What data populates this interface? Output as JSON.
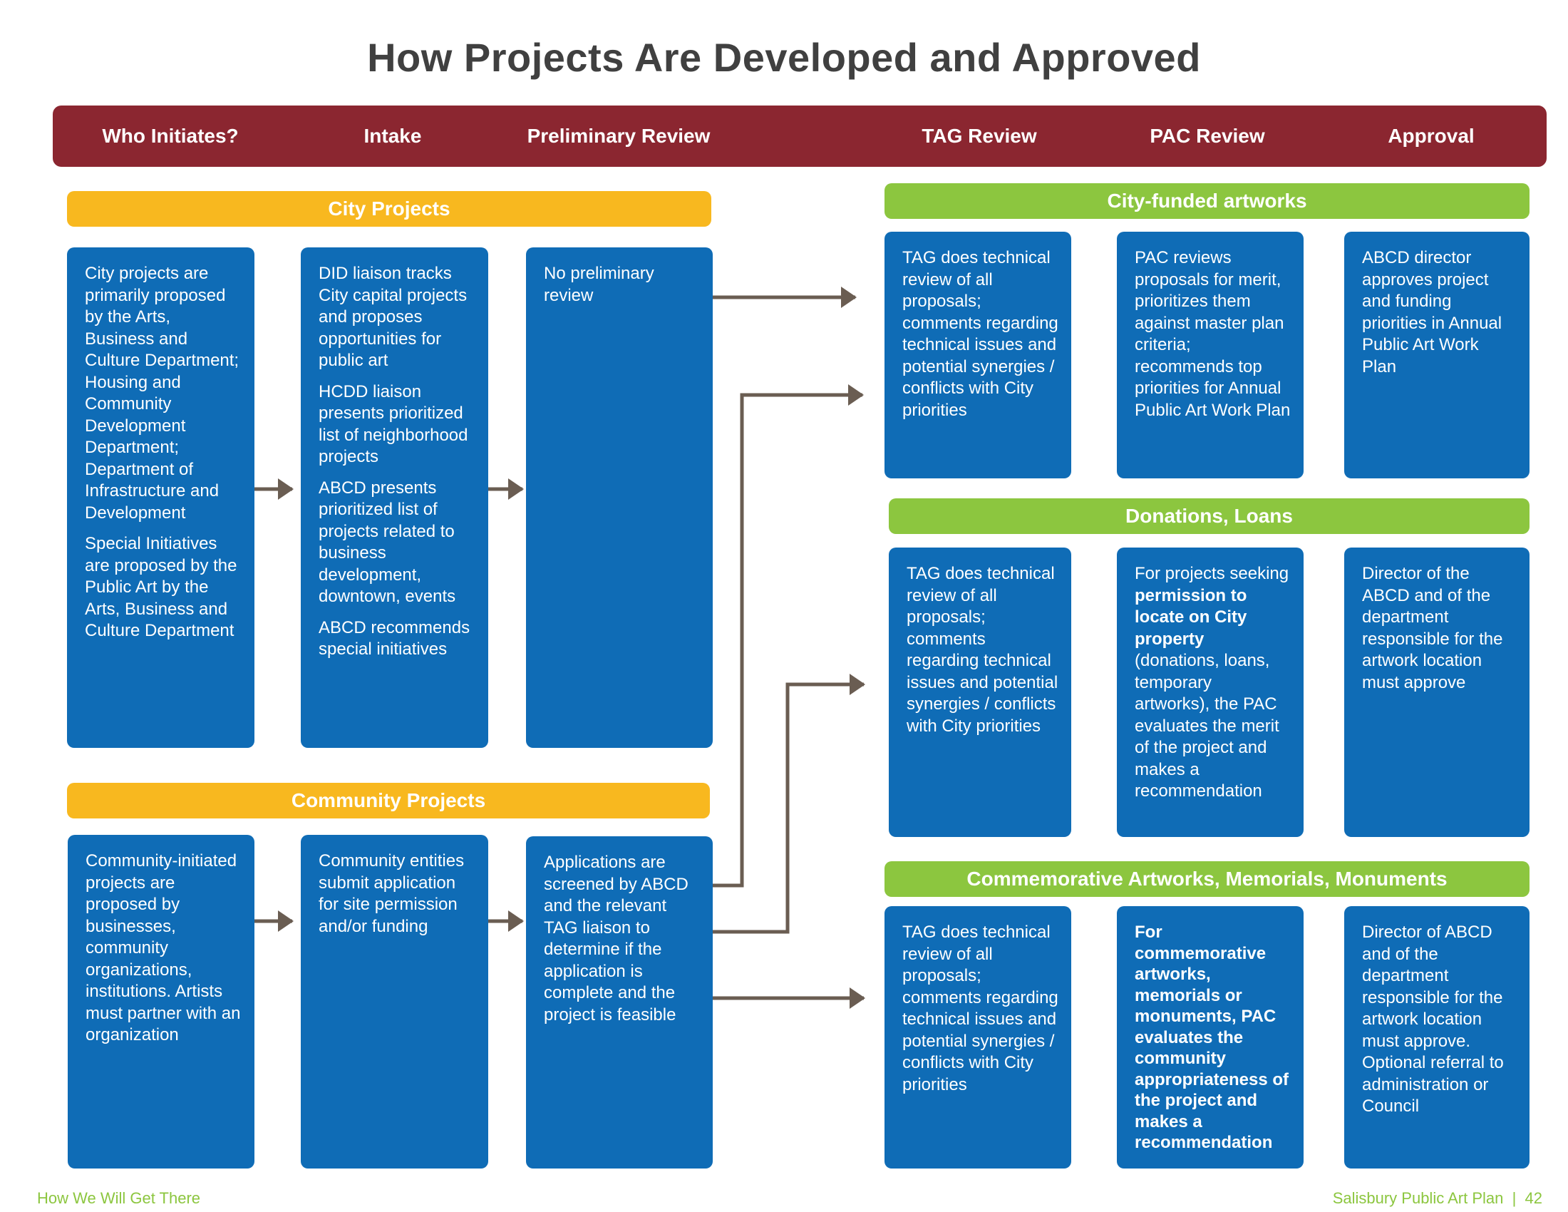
{
  "title": "How Projects Are Developed and Approved",
  "header": {
    "col1": "Who Initiates?",
    "col2": "Intake",
    "col3": "Preliminary Review",
    "col4": "TAG Review",
    "col5": "PAC Review",
    "col6": "Approval"
  },
  "city_projects": {
    "label": "City Projects",
    "who_p1": "City projects are primarily proposed by the Arts, Business and Culture Department; Housing and Community Development Department; Department of Infrastructure and Development",
    "who_p2": "Special Initiatives are proposed by the Public Art by the Arts, Business and Culture Department",
    "intake_p1": "DID liaison tracks City capital projects and proposes opportunities for public art",
    "intake_p2": "HCDD liaison presents prioritized list of neighborhood projects",
    "intake_p3": "ABCD presents prioritized list of projects related to business development, downtown, events",
    "intake_p4": "ABCD recommends special initiatives",
    "prelim": "No preliminary review"
  },
  "community_projects": {
    "label": "Community Projects",
    "who": "Community-initiated projects are proposed by businesses, community organizations, institutions. Artists must partner with an organization",
    "intake": "Community entities submit application for site permission and/or funding",
    "prelim": "Applications are screened by ABCD and the relevant TAG liaison to determine if the application is complete and the project is feasible"
  },
  "city_funded": {
    "label": "City-funded artworks",
    "tag": "TAG does technical review of all proposals; comments regarding technical issues and potential synergies / conflicts with City priorities",
    "pac": "PAC reviews proposals for merit, prioritizes them against master plan criteria; recommends top priorities for Annual Public Art Work Plan",
    "approval": "ABCD director approves project and funding priorities in Annual Public Art Work Plan"
  },
  "donations": {
    "label": "Donations, Loans",
    "tag": "TAG does technical review of all proposals; comments regarding technical issues and potential synergies / conflicts with City priorities",
    "pac_pre": "For projects seeking ",
    "pac_bold": "permission to locate on City property",
    "pac_post": " (donations, loans, temporary artworks), the PAC evaluates the merit of the project and makes a recommendation",
    "approval": "Director of the ABCD and of the department responsible for the artwork location must approve"
  },
  "commemorative": {
    "label": "Commemorative Artworks, Memorials, Monuments",
    "tag": "TAG does technical review of all proposals; comments regarding technical issues and potential synergies / conflicts with City priorities",
    "pac": "For commemorative artworks, memorials or monuments, PAC evaluates the community appropriateness of the project and makes a recommendation",
    "approval": "Director of ABCD and of the department responsible for the artwork location must approve. Optional referral to administration or Council"
  },
  "footer": {
    "left": "How We Will Get There",
    "right": "Salisbury Public Art Plan  |  42"
  },
  "colors": {
    "header_bar": "#8b2630",
    "box_blue": "#0f6cb6",
    "band_yellow": "#f8b81f",
    "band_green": "#8cc63f",
    "arrow": "#6a5d52"
  }
}
